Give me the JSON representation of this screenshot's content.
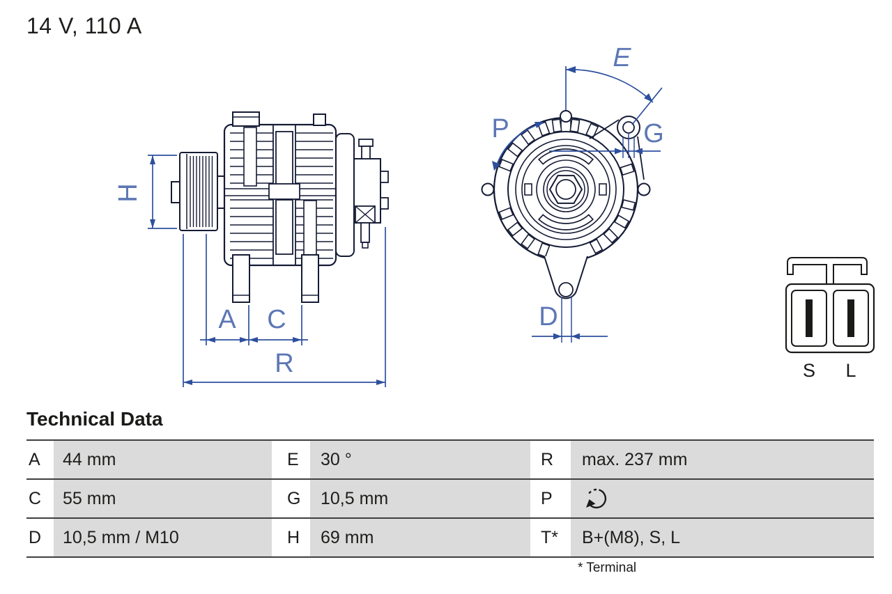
{
  "product": {
    "title": "14 V, 110 A"
  },
  "section": {
    "heading": "Technical Data",
    "footnote": "* Terminal"
  },
  "table": {
    "rows": [
      [
        {
          "label": "A",
          "value": "44 mm"
        },
        {
          "label": "E",
          "value": "30 °"
        },
        {
          "label": "R",
          "value": "max. 237 mm"
        }
      ],
      [
        {
          "label": "C",
          "value": "55 mm"
        },
        {
          "label": "G",
          "value": "10,5 mm"
        },
        {
          "label": "P",
          "value": "",
          "value_icon": "rotation-direction"
        }
      ],
      [
        {
          "label": "D",
          "value": "10,5 mm / M10"
        },
        {
          "label": "H",
          "value": "69 mm"
        },
        {
          "label": "T*",
          "value": "B+(M8), S, L"
        }
      ]
    ]
  },
  "diagram": {
    "dimension_labels": {
      "H": "H",
      "A": "A",
      "C": "C",
      "R": "R",
      "E": "E",
      "P": "P",
      "G": "G",
      "D": "D"
    },
    "connector": {
      "pin_left": "S",
      "pin_right": "L"
    },
    "colors": {
      "ink": "#151b35",
      "dimension_blue": "#2d4f9e",
      "label_blue": "#5d77b5",
      "value_cell_gray": "#dbdbdb"
    }
  }
}
